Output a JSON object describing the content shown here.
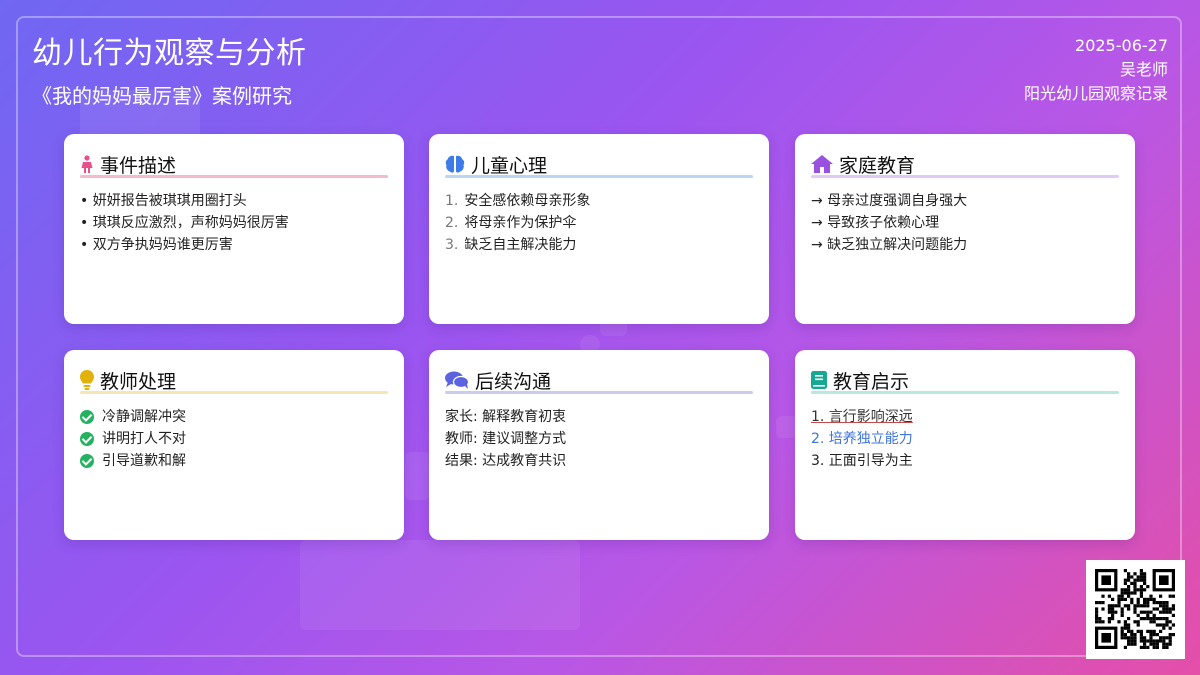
{
  "header": {
    "title": "幼儿行为观察与分析",
    "subtitle": "《我的妈妈最厉害》案例研究",
    "date": "2025-06-27",
    "teacher": "吴老师",
    "school": "阳光幼儿园观察记录"
  },
  "cards": [
    {
      "title": "事件描述",
      "icon": "person-icon",
      "accent": "#f7b9cd",
      "items": [
        "• 妍妍报告被琪琪用圈打头",
        "• 琪琪反应激烈，声称妈妈很厉害",
        "• 双方争执妈妈谁更厉害"
      ]
    },
    {
      "title": "儿童心理",
      "icon": "brain-icon",
      "accent": "#bcd5f3",
      "items": [
        "安全感依赖母亲形象",
        "将母亲作为保护伞",
        "缺乏自主解决能力"
      ],
      "nums": [
        "1.",
        "2.",
        "3."
      ]
    },
    {
      "title": "家庭教育",
      "icon": "home-icon",
      "accent": "#e1cbf5",
      "items": [
        "→ 母亲过度强调自身强大",
        "→ 导致孩子依赖心理",
        "→ 缺乏独立解决问题能力"
      ]
    },
    {
      "title": "教师处理",
      "icon": "lightbulb-icon",
      "accent": "#f6e6b3",
      "items": [
        "冷静调解冲突",
        "讲明打人不对",
        "引导道歉和解"
      ]
    },
    {
      "title": "后续沟通",
      "icon": "chat-icon",
      "accent": "#cbcbf0",
      "items": [
        "家长: 解释教育初衷",
        "教师: 建议调整方式",
        "结果: 达成教育共识"
      ]
    },
    {
      "title": "教育启示",
      "icon": "book-icon",
      "accent": "#b9e8e0",
      "items": [
        "1. 言行影响深远",
        "2. 培养独立能力",
        "3. 正面引导为主"
      ]
    }
  ],
  "colors": {
    "pink": "#e8508c",
    "blue": "#3d7be8",
    "purple": "#9b51e0",
    "yellow": "#e2b20c",
    "indigo": "#5b63e0",
    "teal": "#16a892",
    "check": "#23b25f",
    "link_blue": "#3f74d8"
  },
  "qr_code": {
    "icon": "qr-code"
  }
}
